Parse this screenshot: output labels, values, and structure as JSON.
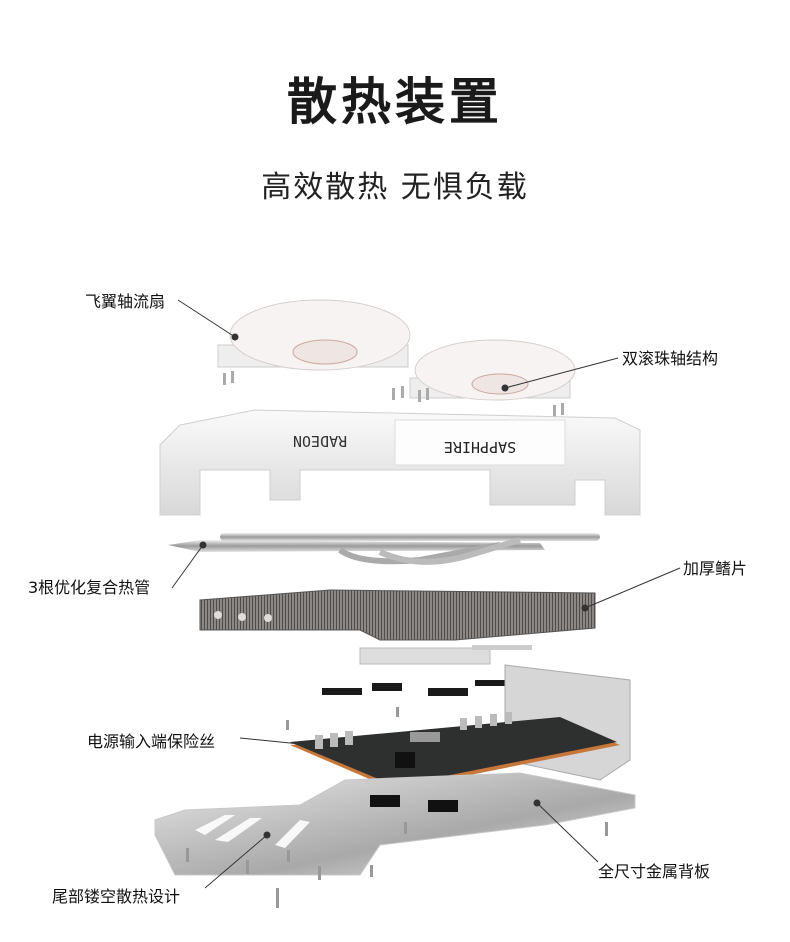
{
  "header": {
    "title": "散热装置",
    "subtitle": "高效散热 无惧负载"
  },
  "callouts": [
    {
      "id": "fan",
      "label": "飞翼轴流扇"
    },
    {
      "id": "bearing",
      "label": "双滚珠轴结构"
    },
    {
      "id": "heatpipe",
      "label": "3根优化复合热管"
    },
    {
      "id": "fins",
      "label": "加厚鳍片"
    },
    {
      "id": "fuse",
      "label": "电源输入端保险丝"
    },
    {
      "id": "backplate",
      "label": "全尺寸金属背板"
    },
    {
      "id": "hollow",
      "label": "尾部镂空散热设计"
    }
  ],
  "product": {
    "shroud_logo_left": "RADEON",
    "shroud_logo_right": "SAPPHIRE"
  },
  "colors": {
    "text": "#1a1a1a",
    "shroud": "#f2f2f2",
    "heatsink": "#6e6a66",
    "pcb": "#2e3030",
    "pcb_edge": "#c7773a",
    "backplate": "#d9d9d9"
  }
}
